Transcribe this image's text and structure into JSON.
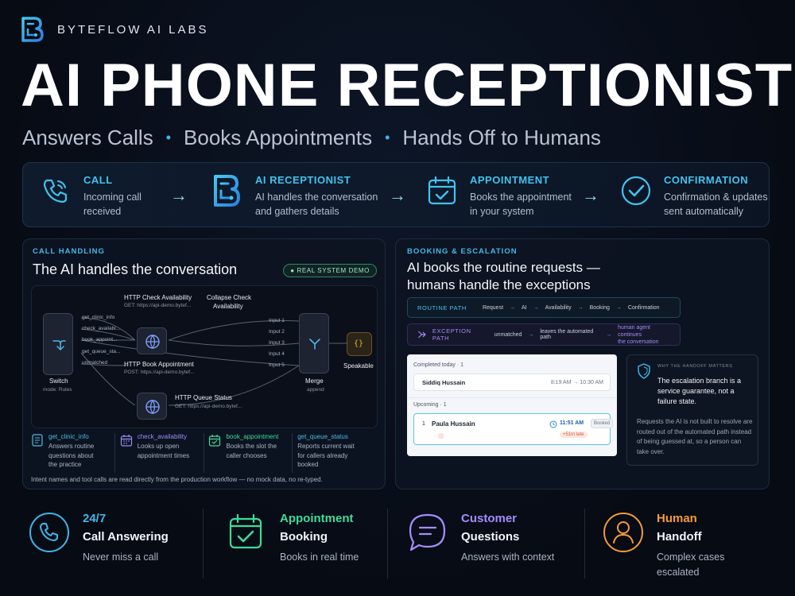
{
  "brand": {
    "name": "BYTEFLOW AI LABS",
    "logo_icon": "byteflow-b-logo"
  },
  "title": "AI PHONE RECEPTIONIST",
  "subtitle": {
    "items": [
      "Answers Calls",
      "Books Appointments",
      "Hands Off to Humans"
    ],
    "separator": "•"
  },
  "flow": {
    "steps": [
      {
        "label": "CALL",
        "desc": [
          "Incoming call",
          "received"
        ],
        "icon": "phone-icon"
      },
      {
        "label": "AI RECEPTIONIST",
        "desc": [
          "AI handles the conversation",
          "and gathers details"
        ],
        "icon": "byteflow-logo-icon"
      },
      {
        "label": "APPOINTMENT",
        "desc": [
          "Books the appointment",
          "in your system"
        ],
        "icon": "calendar-check-icon"
      },
      {
        "label": "CONFIRMATION",
        "desc": [
          "Confirmation & updates",
          "sent automatically"
        ],
        "icon": "check-circle-icon"
      }
    ],
    "arrow": "→"
  },
  "call_handling": {
    "tag": "CALL HANDLING",
    "title": "The AI handles the conversation",
    "badge": "● REAL SYSTEM DEMO",
    "workflow": {
      "switch": {
        "title": "Switch",
        "sub": "mode: Rules",
        "outputs": [
          "get_clinic_info",
          "check_availabi...",
          "book_appoint...",
          "get_queue_sta...",
          "unmatched"
        ]
      },
      "check": {
        "title": "HTTP Check Availability",
        "sub": "GET: https://api-demo.bytef..."
      },
      "collapse": {
        "title": "Collapse Check",
        "title2": "Availability"
      },
      "book": {
        "title": "HTTP Book Appointment",
        "sub": "POST: https://api-demo.bytef..."
      },
      "queue": {
        "title": "HTTP Queue Status",
        "sub": "GET: https://api-demo.bytef..."
      },
      "merge": {
        "title": "Merge",
        "sub": "append",
        "inputs": [
          "Input 1",
          "Input 2",
          "Input 3",
          "Input 4",
          "Input 5"
        ]
      },
      "speakable": {
        "title": "Speakable",
        "icon_text": "{}"
      }
    },
    "intents": [
      {
        "name": "get_clinic_info",
        "desc": [
          "Answers routine",
          "questions about",
          "the practice"
        ],
        "icon": "document-icon"
      },
      {
        "name": "check_availability",
        "desc": [
          "Looks up open",
          "appointment times"
        ],
        "icon": "calendar-icon"
      },
      {
        "name": "book_appointment",
        "desc": [
          "Books the slot the",
          "caller chooses"
        ],
        "icon": "calendar-check-icon"
      },
      {
        "name": "get_queue_status",
        "desc": [
          "Reports current wait",
          "for callers already",
          "booked"
        ],
        "icon": ""
      }
    ],
    "footnote": "Intent names and tool calls are read directly from the production workflow — no mock data, no re-typed."
  },
  "booking": {
    "tag": "BOOKING & ESCALATION",
    "title": [
      "AI books the routine requests —",
      "humans handle the exceptions"
    ],
    "routine": {
      "label": "ROUTINE PATH",
      "steps": [
        "Request",
        "AI",
        "Availability",
        "Booking",
        "Confirmation"
      ]
    },
    "exception": {
      "label": "EXCEPTION PATH",
      "steps": [
        "unmatched",
        "leaves the automated path"
      ],
      "human": [
        "human agent continues",
        "the conversation"
      ]
    },
    "card": {
      "completed_label": "Completed today · 1",
      "completed_name": "Siddiq Hussain",
      "completed_time": "8:19 AM → 10:30 AM",
      "upcoming_label": "Upcoming · 1",
      "upcoming_index": "1",
      "upcoming_name": "Paula Hussain",
      "upcoming_time": "11:51 AM",
      "upcoming_status": "Booked",
      "upcoming_late": "+51m late"
    },
    "handoff": {
      "tag": "WHY THE HANDOFF MATTERS",
      "main": "The escalation branch is a service guarantee, not a failure state.",
      "body": "Requests the AI is not built to resolve are routed out of the automated path instead of being guessed at, so a person can take over."
    }
  },
  "features": [
    {
      "line1": "24/7",
      "line2": "Call Answering",
      "line3": [
        "Never miss a call"
      ],
      "color": "#3fb6ea",
      "icon": "phone-icon"
    },
    {
      "line1": "Appointment",
      "line2": "Booking",
      "line3": [
        "Books in real time"
      ],
      "color": "#3ddc9a",
      "icon": "calendar-check-icon"
    },
    {
      "line1": "Customer",
      "line2": "Questions",
      "line3": [
        "Answers with context"
      ],
      "color": "#a58cff",
      "icon": "chat-bubble-icon"
    },
    {
      "line1": "Human",
      "line2": "Handoff",
      "line3": [
        "Complex cases",
        "escalated"
      ],
      "color": "#f59a3a",
      "icon": "person-icon"
    }
  ]
}
